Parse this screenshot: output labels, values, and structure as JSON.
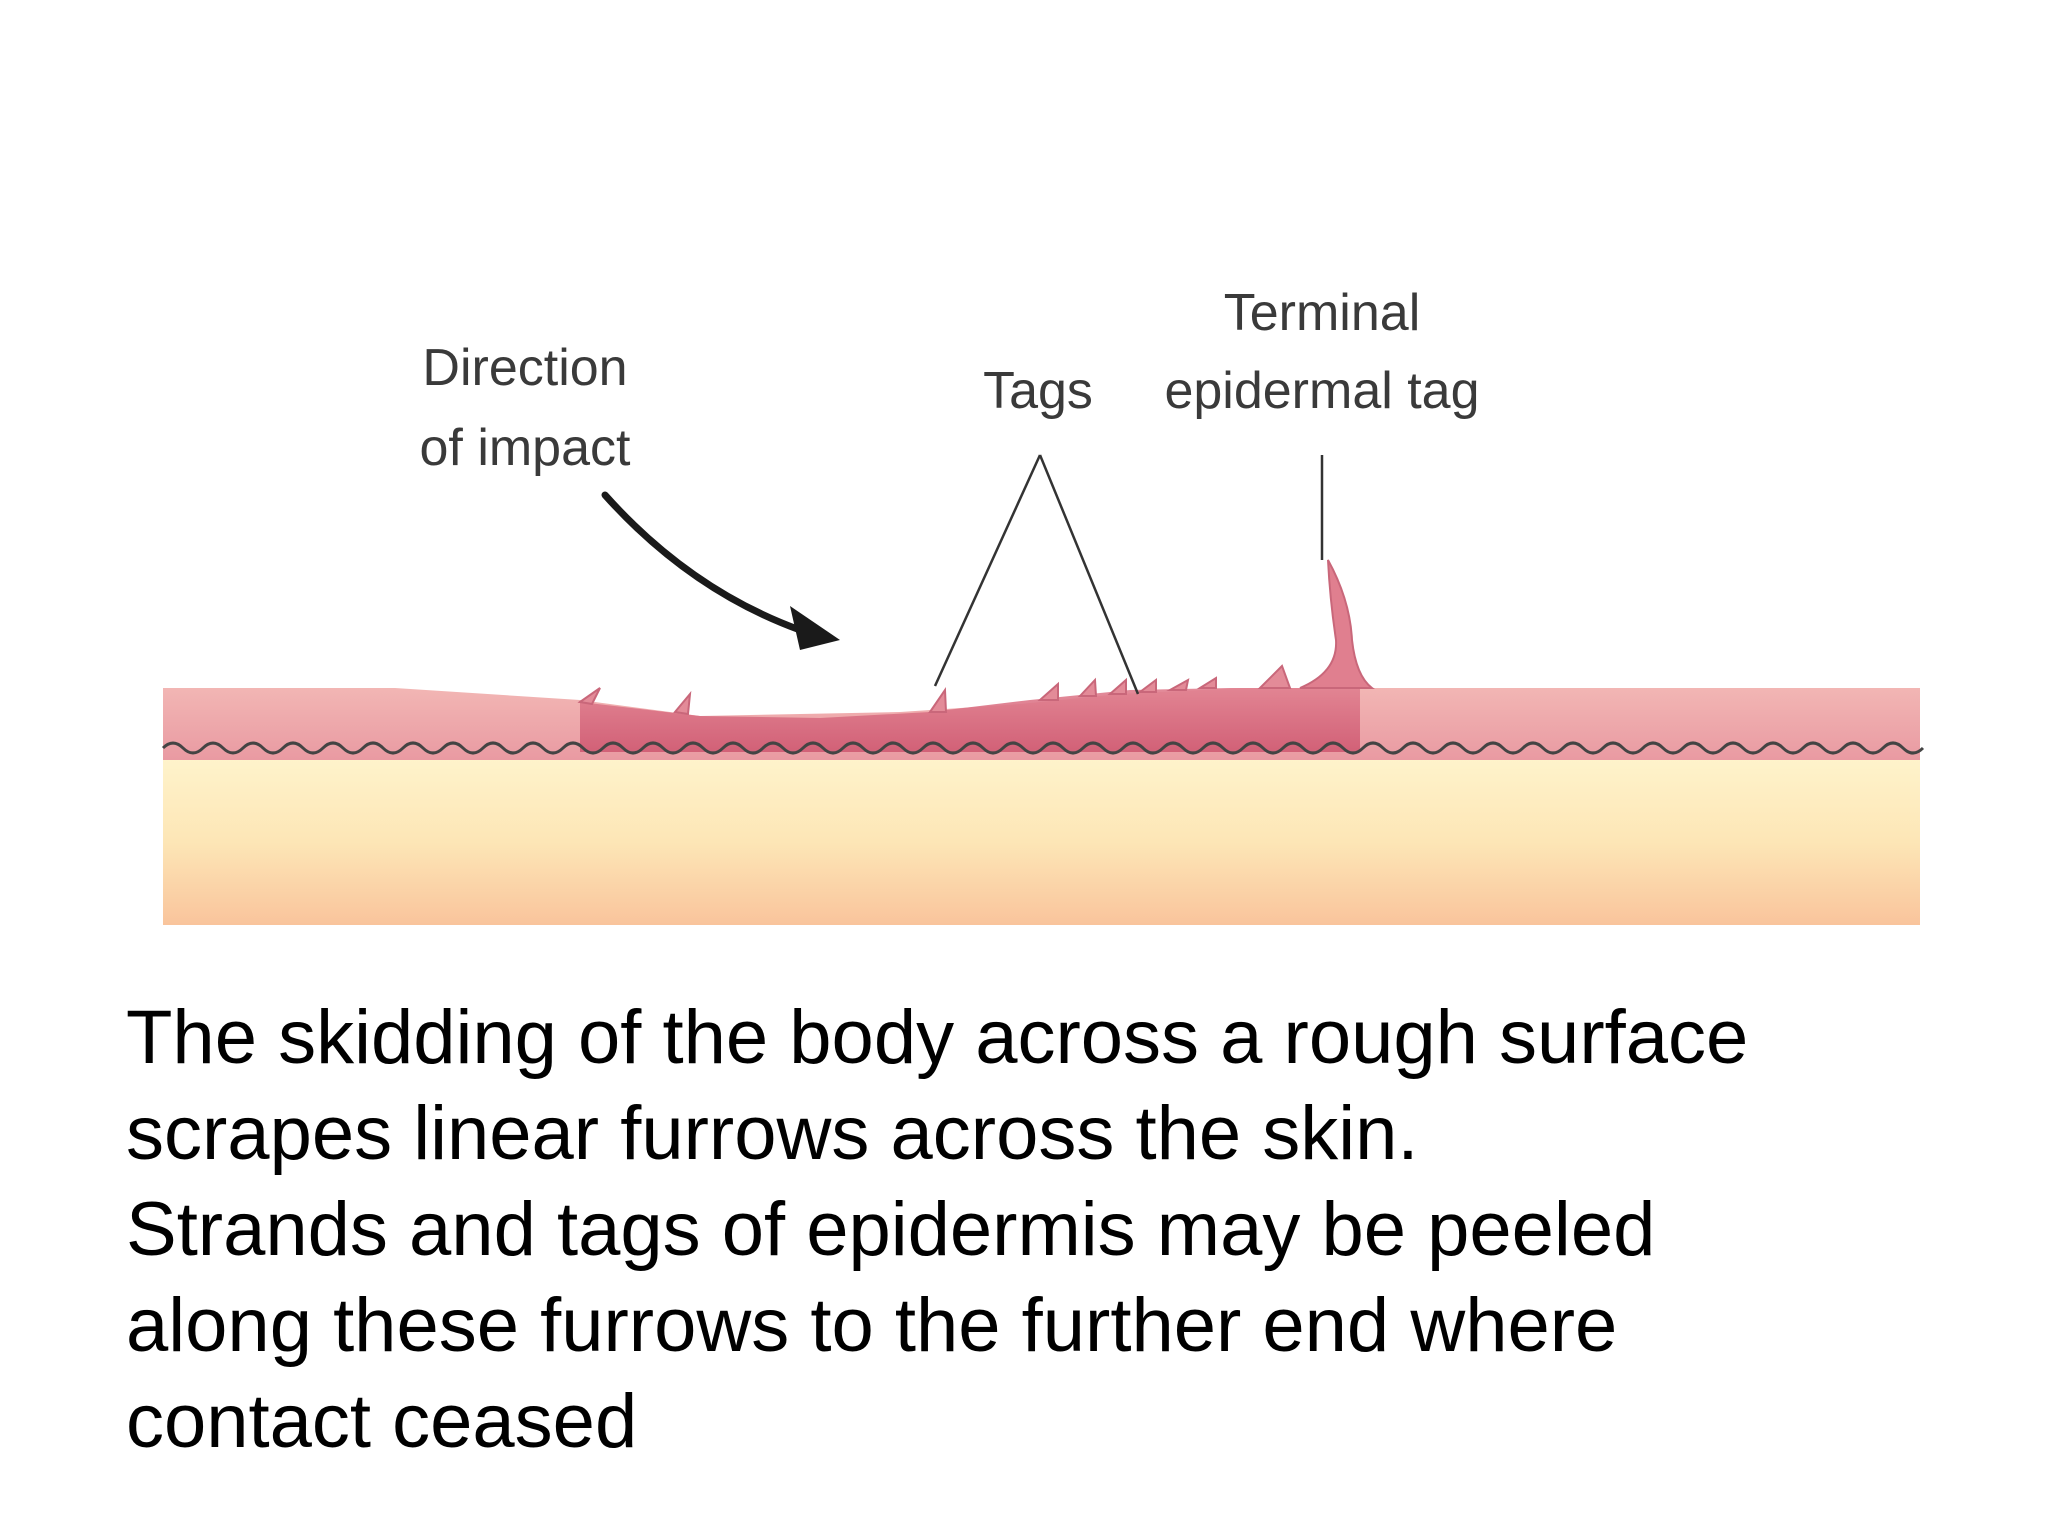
{
  "diagram": {
    "labels": {
      "direction_line1": "Direction",
      "direction_line2": "of impact",
      "tags": "Tags",
      "terminal_line1": "Terminal",
      "terminal_line2": "epidermal tag"
    },
    "colors": {
      "epidermis": "#e8a0a6",
      "epidermis_dark": "#d35d72",
      "dermis_top": "#fdf0c4",
      "dermis_bottom": "#f9c8a0",
      "arrow": "#1a1a1a",
      "basement_line": "#444444"
    }
  },
  "caption": {
    "lines": [
      "The skidding of the body across a rough surface",
      "scrapes linear furrows across the skin.",
      "Strands and tags of epidermis may be peeled",
      "along these furrows to the further end where",
      "contact ceased"
    ]
  }
}
